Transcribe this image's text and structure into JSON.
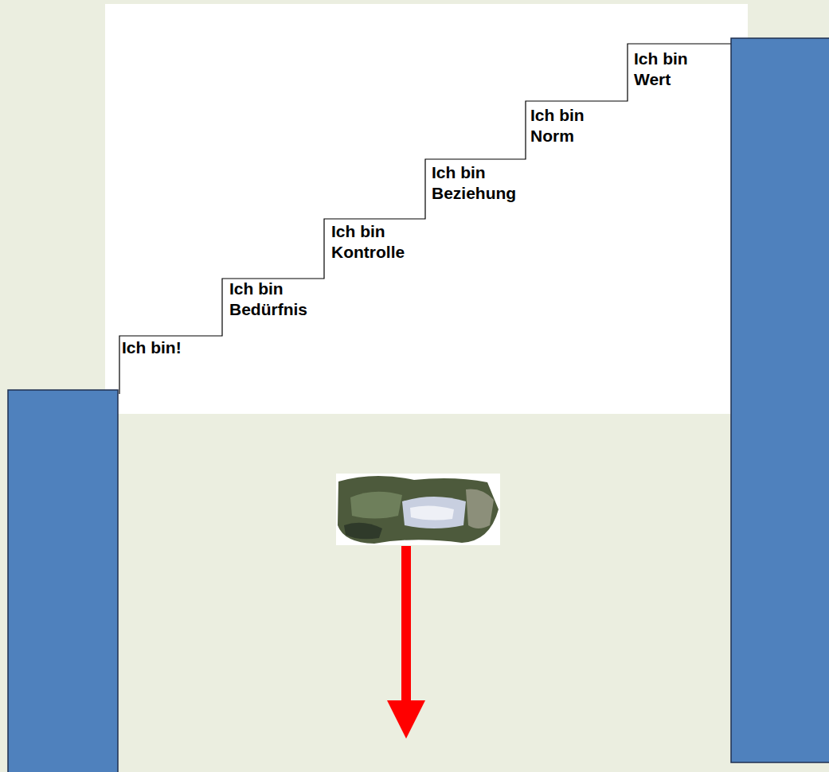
{
  "diagram": {
    "labels": [
      "Ich bin!",
      "Ich bin Bedürfnis",
      "Ich bin Kontrolle",
      "Ich bin Beziehung",
      "Ich bin Norm",
      "Ich bin Wert"
    ]
  }
}
